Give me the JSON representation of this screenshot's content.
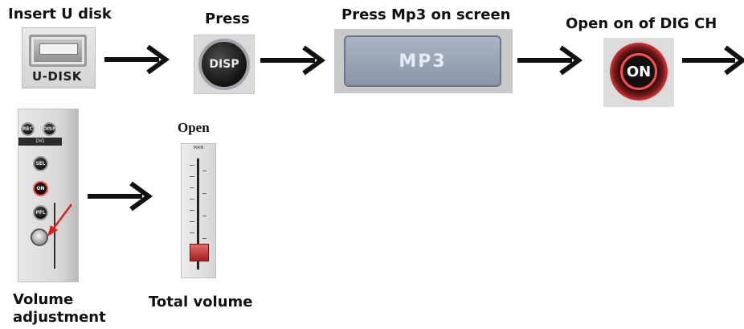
{
  "steps": [
    {
      "label": "Insert U disk",
      "device_text": "U-DISK"
    },
    {
      "label": "Press",
      "device_text": "DISP"
    },
    {
      "label": "Press Mp3 on screen",
      "device_text": "MP3"
    },
    {
      "label": "Open on of DIG CH",
      "device_text": "ON"
    }
  ],
  "strip": {
    "caption_line1": "Volume",
    "caption_line2": "adjustment",
    "buttons": [
      "REC",
      "DISP",
      "SEL",
      "ON",
      "PFL"
    ],
    "section_label": "DIG"
  },
  "fader": {
    "top_label": "Open",
    "caption": "Total volume",
    "head_text": "MAIN"
  },
  "colors": {
    "arrow": "#111111",
    "on_button": "#e43a3a",
    "fader_cap": "#c0392b"
  }
}
